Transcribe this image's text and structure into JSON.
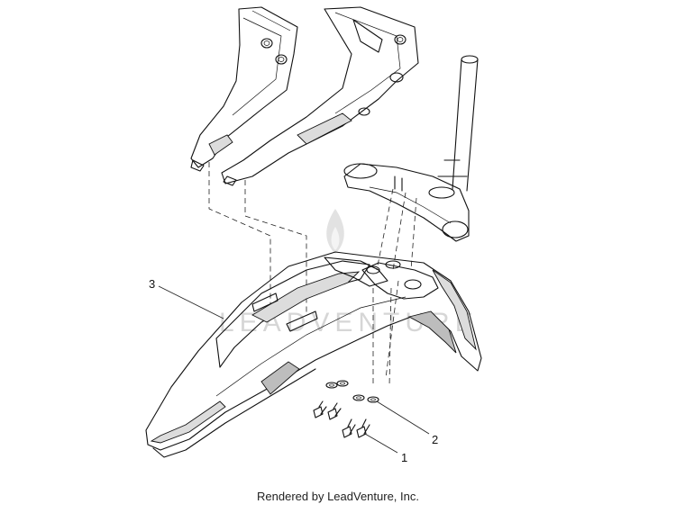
{
  "callouts": [
    {
      "number": "1",
      "part": "bolt"
    },
    {
      "number": "2",
      "part": "washer"
    },
    {
      "number": "3",
      "part": "front fender"
    }
  ],
  "watermark": "LEADVENTURE",
  "footer": "Rendered by LeadVenture, Inc."
}
